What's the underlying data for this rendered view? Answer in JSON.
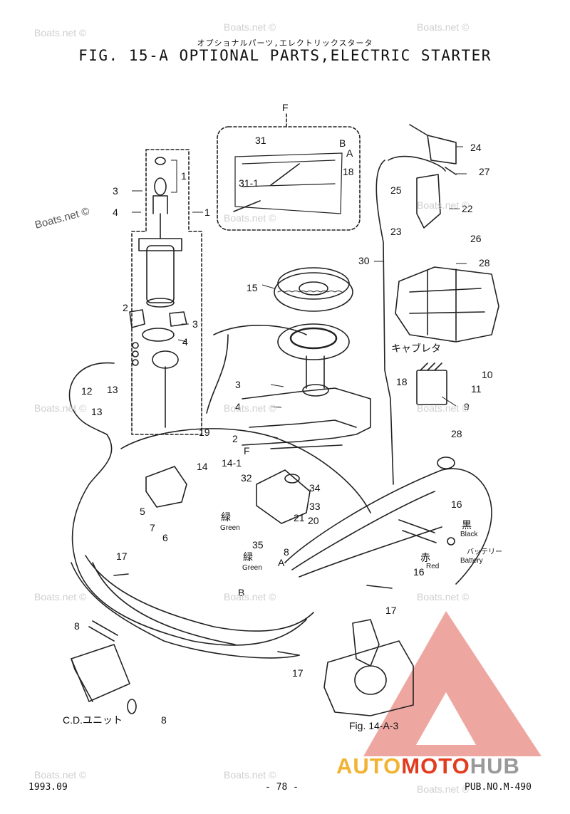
{
  "title_jp": "オプショナルパーツ,エレクトリックスタータ",
  "title_en": "FIG. 15-A OPTIONAL PARTS,ELECTRIC STARTER",
  "watermark": "Boats.net ©",
  "footer": {
    "date": "1993.09",
    "page": "- 78 -",
    "pub": "PUB.NO.M-490"
  },
  "logo": {
    "part1": "AUTO",
    "part2": "MOTO",
    "part3": "HUB"
  },
  "labels": {
    "F_top": "F",
    "n31": "31",
    "nB": "B",
    "nA": "A",
    "n18a": "18",
    "n31_1": "31-1",
    "n24": "24",
    "n27": "27",
    "n25": "25",
    "n22": "22",
    "n23": "23",
    "n26": "26",
    "n28a": "28",
    "n30": "30",
    "n15": "15",
    "carb": "キャブレタ",
    "n18b": "18",
    "n10": "10",
    "n11": "11",
    "n9": "9",
    "n3a": "3",
    "n4a": "4",
    "n1a": "1",
    "n1b": "1",
    "n2a": "2",
    "n3b": "3",
    "n4b": "4",
    "n12": "12",
    "n13a": "13",
    "n13b": "13",
    "n3c": "3",
    "n4c": "4",
    "n2b": "2",
    "n19": "19",
    "n14": "14",
    "n14_1": "14-1",
    "F_mid": "F",
    "n32": "32",
    "n34": "34",
    "n33": "33",
    "n21": "21",
    "n20": "20",
    "n5": "5",
    "n7": "7",
    "n6": "6",
    "green_jp_a": "緑",
    "green_a": "Green",
    "n35": "35",
    "n8a": "8",
    "green_jp_b": "緑",
    "green_b": "Green",
    "nA2": "A",
    "nB2": "B",
    "n28b": "28",
    "n16a": "16",
    "black_jp": "黒",
    "black": "Black",
    "red_jp": "赤",
    "red": "Red",
    "battery_jp": "バッテリー",
    "battery": "Battery",
    "n16b": "16",
    "n17a": "17",
    "n17b": "17",
    "n17c": "17",
    "n8b": "8",
    "n8c": "8",
    "cd_unit": "C.D.ユニット",
    "fig_ref": "Fig. 14-A-3"
  }
}
